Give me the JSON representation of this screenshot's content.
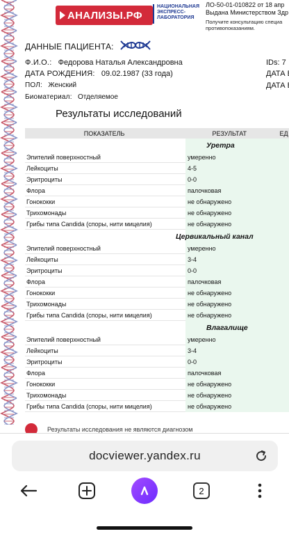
{
  "header": {
    "logo_text": "АНАЛИЗЫ.РФ",
    "lab_title": "НАЦИОНАЛЬНАЯ ЭКСПРЕСС-ЛАБОРАТОРИЯ",
    "license_line1": "ЛО-50-01-010822 от 18 апр",
    "license_line2": "Выдана Министерством Здр",
    "consult_line1": "Получите консультацию специа",
    "consult_line2": "противопоказаниям."
  },
  "patient": {
    "header": "ДАННЫЕ ПАЦИЕНТА:",
    "fio_label": "Ф.И.О.:",
    "fio": "Федорова Наталья Александровна",
    "dob_label": "ДАТА РОЖДЕНИЯ:",
    "dob": "09.02.1987 (33 года)",
    "sex_label": "ПОЛ:",
    "sex": "Женский",
    "bio_label": "Биоматериал:",
    "bio": "Отделяемое",
    "ids_label": "IDs: 7",
    "date1_label": "ДАТА В",
    "date2_label": "ДАТА В"
  },
  "results": {
    "title": "Результаты исследований",
    "col_indicator": "ПОКАЗАТЕЛЬ",
    "col_result": "РЕЗУЛЬТАТ",
    "col_units": "ЕД",
    "sections": [
      {
        "name": "Уретра",
        "rows": [
          {
            "indicator": "Эпителий поверхностный",
            "result": "умеренно"
          },
          {
            "indicator": "Лейкоциты",
            "result": "4-5"
          },
          {
            "indicator": "Эритроциты",
            "result": "0-0"
          },
          {
            "indicator": "Флора",
            "result": "палочковая"
          },
          {
            "indicator": "Гонококки",
            "result": "не обнаружено"
          },
          {
            "indicator": "Трихомонады",
            "result": "не обнаружено"
          },
          {
            "indicator": "Грибы типа Candida (споры, нити мицелия)",
            "result": "не обнаружено"
          }
        ]
      },
      {
        "name": "Цервикальный канал",
        "rows": [
          {
            "indicator": "Эпителий поверхностный",
            "result": "умеренно"
          },
          {
            "indicator": "Лейкоциты",
            "result": "3-4"
          },
          {
            "indicator": "Эритроциты",
            "result": "0-0"
          },
          {
            "indicator": "Флора",
            "result": "палочковая"
          },
          {
            "indicator": "Гонококки",
            "result": "не обнаружено"
          },
          {
            "indicator": "Трихомонады",
            "result": "не обнаружено"
          },
          {
            "indicator": "Грибы типа Candida (споры, нити мицелия)",
            "result": "не обнаружено"
          }
        ]
      },
      {
        "name": "Влагалище",
        "rows": [
          {
            "indicator": "Эпителий поверхностный",
            "result": "умеренно"
          },
          {
            "indicator": "Лейкоциты",
            "result": "3-4"
          },
          {
            "indicator": "Эритроциты",
            "result": "0-0"
          },
          {
            "indicator": "Флора",
            "result": "палочковая"
          },
          {
            "indicator": "Гонококки",
            "result": "не обнаружено"
          },
          {
            "indicator": "Трихомонады",
            "result": "не обнаружено"
          },
          {
            "indicator": "Грибы типа Candida (споры, нити мицелия)",
            "result": "не обнаружено"
          }
        ]
      }
    ],
    "notice": "Результаты исследования не являются диагнозом"
  },
  "browser": {
    "url": "docviewer.yandex.ru",
    "tab_count": "2"
  },
  "colors": {
    "brand_red": "#d32a3a",
    "lab_blue": "#1f3a93",
    "result_bg": "#eaf7ee",
    "alice_purple": "#7a32ff"
  }
}
